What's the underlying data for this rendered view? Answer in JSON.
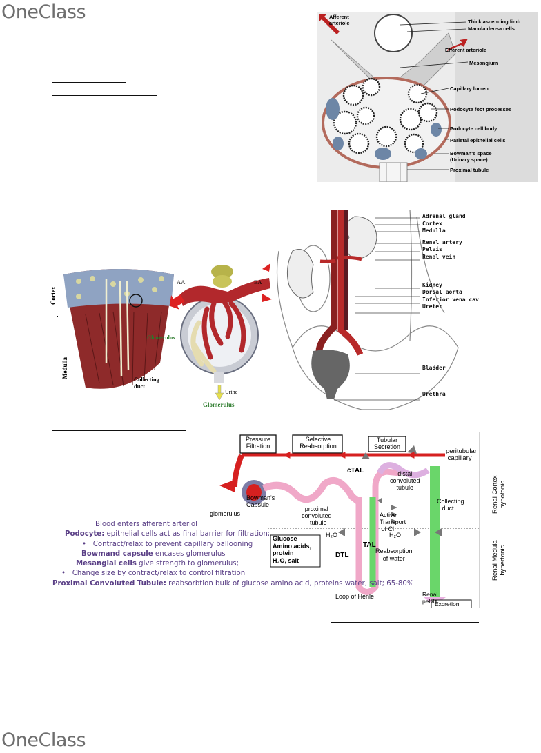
{
  "brand": {
    "logo_text": "OneClass"
  },
  "fig_glomerulus": {
    "labels": {
      "afferent": "Afferent\narteriole",
      "efferent": "Efferent arteriole",
      "thick_limb": "Thick ascending limb",
      "macula": "Macula densa cells",
      "mesangium": "Mesangium",
      "capillary_lumen": "Capillary lumen",
      "foot_processes": "Podocyte foot processes",
      "cell_body": "Podocyte cell body",
      "parietal": "Parietal epithelial cells",
      "bowman_space": "Bowman's space",
      "urinary_space": "(Urinary space)",
      "proximal": "Proximal tubule"
    }
  },
  "fig_kidney_wedge": {
    "cortex": "Cortex",
    "medulla": "Medulla",
    "glomerulus": "Glomerulus",
    "collecting": "Collecting",
    "duct": "duct"
  },
  "fig_nephron_small": {
    "aa": "AA",
    "ea": "EA",
    "urine": "Urine",
    "glomerulus": "Glomerulus"
  },
  "fig_urinary": {
    "labels": [
      "Adrenal gland",
      "Cortex",
      "Medulla",
      "Renal artery",
      "Pelvis",
      "Renal vein",
      "Kidney",
      "Dorsal aorta",
      "Inferior vena cav",
      "Ureter",
      "Bladder",
      "Urethra"
    ]
  },
  "fig_process": {
    "boxes": [
      "Pressure\nFiltration",
      "Selective\nReabsorption",
      "Tubular\nSecretion"
    ],
    "peritubular": "peritubular\ncapillary",
    "ctal": "cTAL",
    "distal": "distal\nconvoluted\ntubule",
    "collecting": "Collecting\nduct",
    "glomerulus": "glomerulus",
    "bowman": "Bowman's\nCapsule",
    "proximal": "proximal\nconvoluted\ntubule",
    "active": "Active\nTransport\nof Cl⁻",
    "h2o": "H₂O",
    "reabs_box": "Glucose\nAmino acids,\nprotein\nH₂O, salt",
    "dtl": "DTL",
    "tal": "TAL",
    "reabs_water": "Reabsorption\nof water",
    "loop": "Loop of Henle",
    "renal_pelvis": "Renal\npelvis",
    "excretion": "Excretion",
    "cortex_side": "Renal Cortex\nhypotonic",
    "medulla_side": "Renal Medula\nhypertonic"
  },
  "notes": {
    "line1": "Blood enters afferent arteriol",
    "podocyte_term": "Podocyte:",
    "podocyte_text": " epithelial cells act as final barrier for filtration;",
    "bullet1": "Contract/relax to prevent capillary ballooning",
    "bowman_term": "Bowmand capsule",
    "bowman_text": " encases glomerulus",
    "mesangial_term": "Mesangial cells",
    "mesangial_text": " give strength to glomerulus;",
    "bullet2": "Change size by contract/relax to control filtration",
    "pct_term": "Proximal Convoluted Tubule:",
    "pct_text": " reabsorbtion bulk of glucose amino acid, proteins water, salt; 65-80%"
  }
}
